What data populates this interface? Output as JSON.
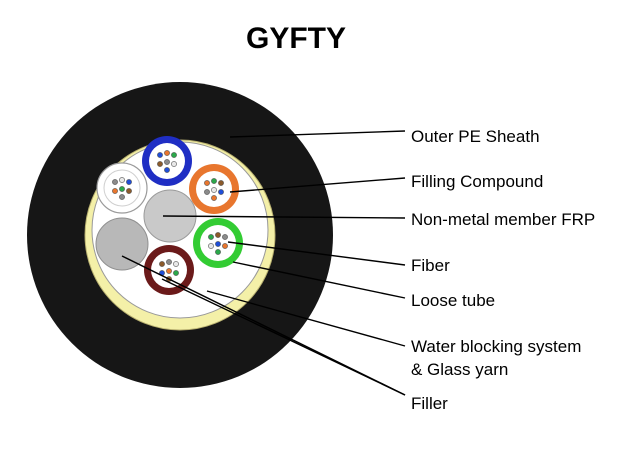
{
  "title": "GYFTY",
  "labels": {
    "outer_sheath": "Outer PE Sheath",
    "filling_compound": "Filling Compound",
    "frp": "Non-metal member FRP",
    "fiber": "Fiber",
    "loose_tube": "Loose tube",
    "water_blocking_1": "Water blocking system",
    "water_blocking_2": "& Glass yarn",
    "filler": "Filler"
  },
  "colors": {
    "sheath": "#161616",
    "yellow_layer": "#f4f0a8",
    "core_background": "#ffffff",
    "frp": "#c9c9c9",
    "filler": "#b8b8b8",
    "tube_blue": "#1f2ec4",
    "tube_orange": "#e8762e",
    "tube_green": "#33cc33",
    "tube_brown": "#6b1a1a",
    "tube_white": "#ffffff"
  },
  "fiber_colors": [
    "#1f4ed8",
    "#e8762e",
    "#2aa84a",
    "#8b5a2b",
    "#8a8a8a",
    "#e8e8e8"
  ]
}
